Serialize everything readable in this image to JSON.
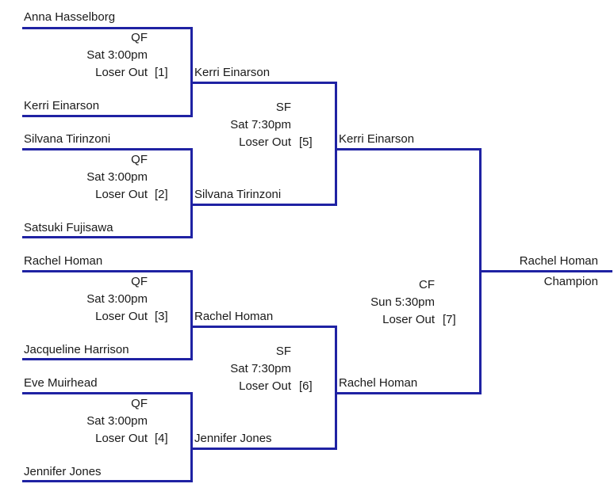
{
  "quarterfinals": [
    {
      "round": "QF",
      "time": "Sat 3:00pm",
      "loser_text": "Loser Out",
      "game_number": "[1]",
      "team_top": "Anna Hasselborg",
      "team_bottom": "Kerri Einarson",
      "winner": "Kerri Einarson"
    },
    {
      "round": "QF",
      "time": "Sat 3:00pm",
      "loser_text": "Loser Out",
      "game_number": "[2]",
      "team_top": "Silvana Tirinzoni",
      "team_bottom": "Satsuki Fujisawa",
      "winner": "Silvana Tirinzoni"
    },
    {
      "round": "QF",
      "time": "Sat 3:00pm",
      "loser_text": "Loser Out",
      "game_number": "[3]",
      "team_top": "Rachel Homan",
      "team_bottom": "Jacqueline Harrison",
      "winner": "Rachel Homan"
    },
    {
      "round": "QF",
      "time": "Sat 3:00pm",
      "loser_text": "Loser Out",
      "game_number": "[4]",
      "team_top": "Eve Muirhead",
      "team_bottom": "Jennifer Jones",
      "winner": "Jennifer Jones"
    }
  ],
  "semifinals": [
    {
      "round": "SF",
      "time": "Sat 7:30pm",
      "loser_text": "Loser Out",
      "game_number": "[5]",
      "winner": "Kerri Einarson"
    },
    {
      "round": "SF",
      "time": "Sat 7:30pm",
      "loser_text": "Loser Out",
      "game_number": "[6]",
      "winner": "Rachel Homan"
    }
  ],
  "final": {
    "round": "CF",
    "time": "Sun 5:30pm",
    "loser_text": "Loser Out",
    "game_number": "[7]",
    "winner": "Rachel Homan",
    "winner_caption": "Champion"
  },
  "colors": {
    "bracket_line": "#1f22a3",
    "text": "#1a1a1a"
  }
}
